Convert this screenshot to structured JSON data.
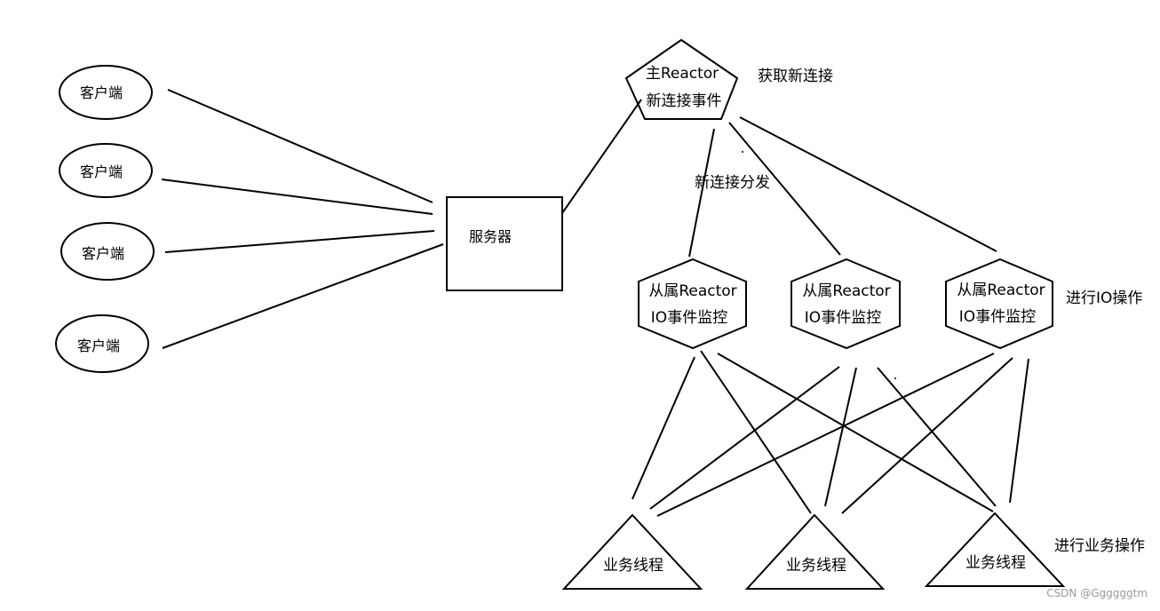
{
  "clients": [
    "客户端",
    "客户端",
    "客户端",
    "客户端"
  ],
  "server": "服务器",
  "main_reactor": {
    "line1": "主Reactor",
    "line2": "新连接事件"
  },
  "notes": {
    "get_connection": "获取新连接",
    "dispatch": "新连接分发",
    "io_ops": "进行IO操作",
    "biz_ops": "进行业务操作"
  },
  "sub_reactors": [
    {
      "line1": "从属Reactor",
      "line2": "IO事件监控"
    },
    {
      "line1": "从属Reactor",
      "line2": "IO事件监控"
    },
    {
      "line1": "从属Reactor",
      "line2": "IO事件监控"
    }
  ],
  "workers": [
    "业务线程",
    "业务线程",
    "业务线程"
  ],
  "watermark": "CSDN @Ggggggtm"
}
